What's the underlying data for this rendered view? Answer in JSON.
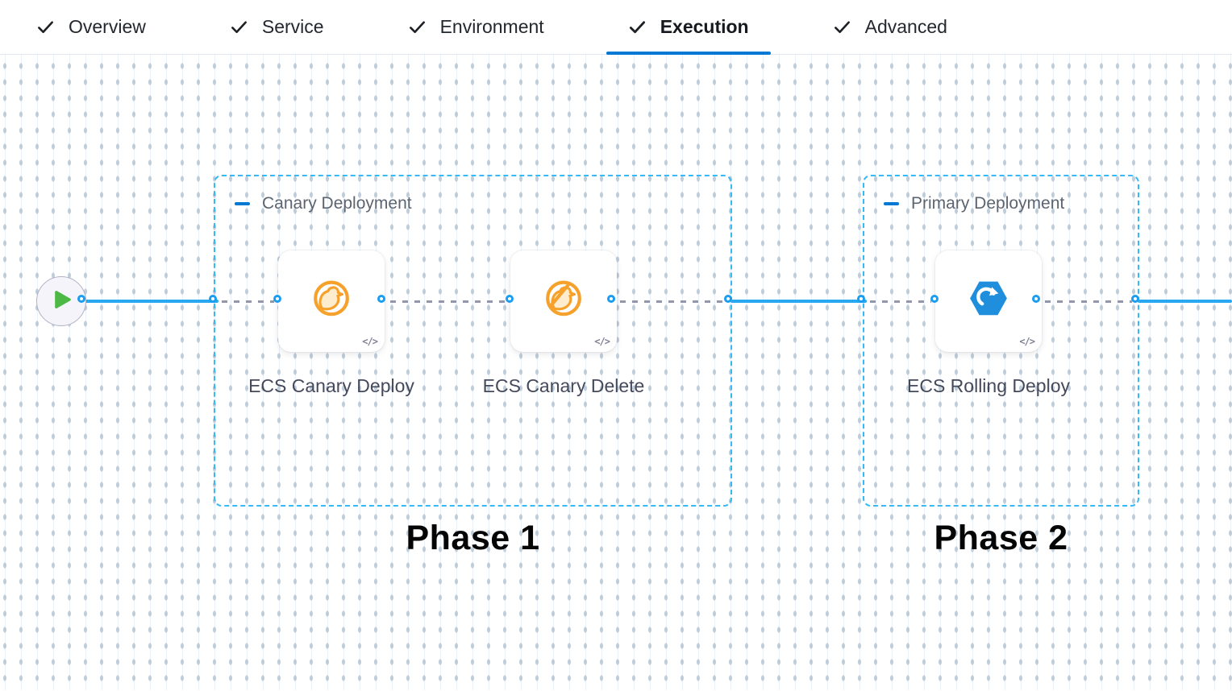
{
  "tabs": {
    "items": [
      {
        "label": "Overview",
        "completed": true,
        "active": false
      },
      {
        "label": "Service",
        "completed": true,
        "active": false
      },
      {
        "label": "Environment",
        "completed": true,
        "active": false
      },
      {
        "label": "Execution",
        "completed": true,
        "active": true
      },
      {
        "label": "Advanced",
        "completed": true,
        "active": false
      }
    ]
  },
  "pipeline": {
    "start_node": {
      "icon": "play-icon"
    },
    "stages": [
      {
        "title": "Canary Deployment",
        "phase_label": "Phase 1",
        "collapse_icon": "collapse-minus-icon",
        "steps": [
          {
            "label": "ECS Canary Deploy",
            "icon": "canary-deploy-icon",
            "code_icon": "</>"
          },
          {
            "label": "ECS Canary Delete",
            "icon": "canary-delete-icon",
            "code_icon": "</>"
          }
        ]
      },
      {
        "title": "Primary Deployment",
        "phase_label": "Phase 2",
        "collapse_icon": "collapse-minus-icon",
        "steps": [
          {
            "label": "ECS Rolling Deploy",
            "icon": "ecs-rolling-icon",
            "code_icon": "</>"
          }
        ]
      }
    ]
  },
  "icons": {
    "tab_check": "check-icon",
    "start": "play-icon",
    "step_code_toggle": "code-icon"
  },
  "colors": {
    "active_tab_underline": "#0278d5",
    "tab_text": "#23272e",
    "connector_solid": "#27a8f0",
    "connector_dashed": "#9496aa",
    "group_border": "#35baf5",
    "port_ring": "#1a9df0",
    "canary_orange": "#f6a12b",
    "ecs_blue": "#1f8fdd",
    "play_green": "#4db944",
    "step_label_text": "#45495c",
    "group_title_text": "#5c6470",
    "phase_label_text": "#050505"
  }
}
